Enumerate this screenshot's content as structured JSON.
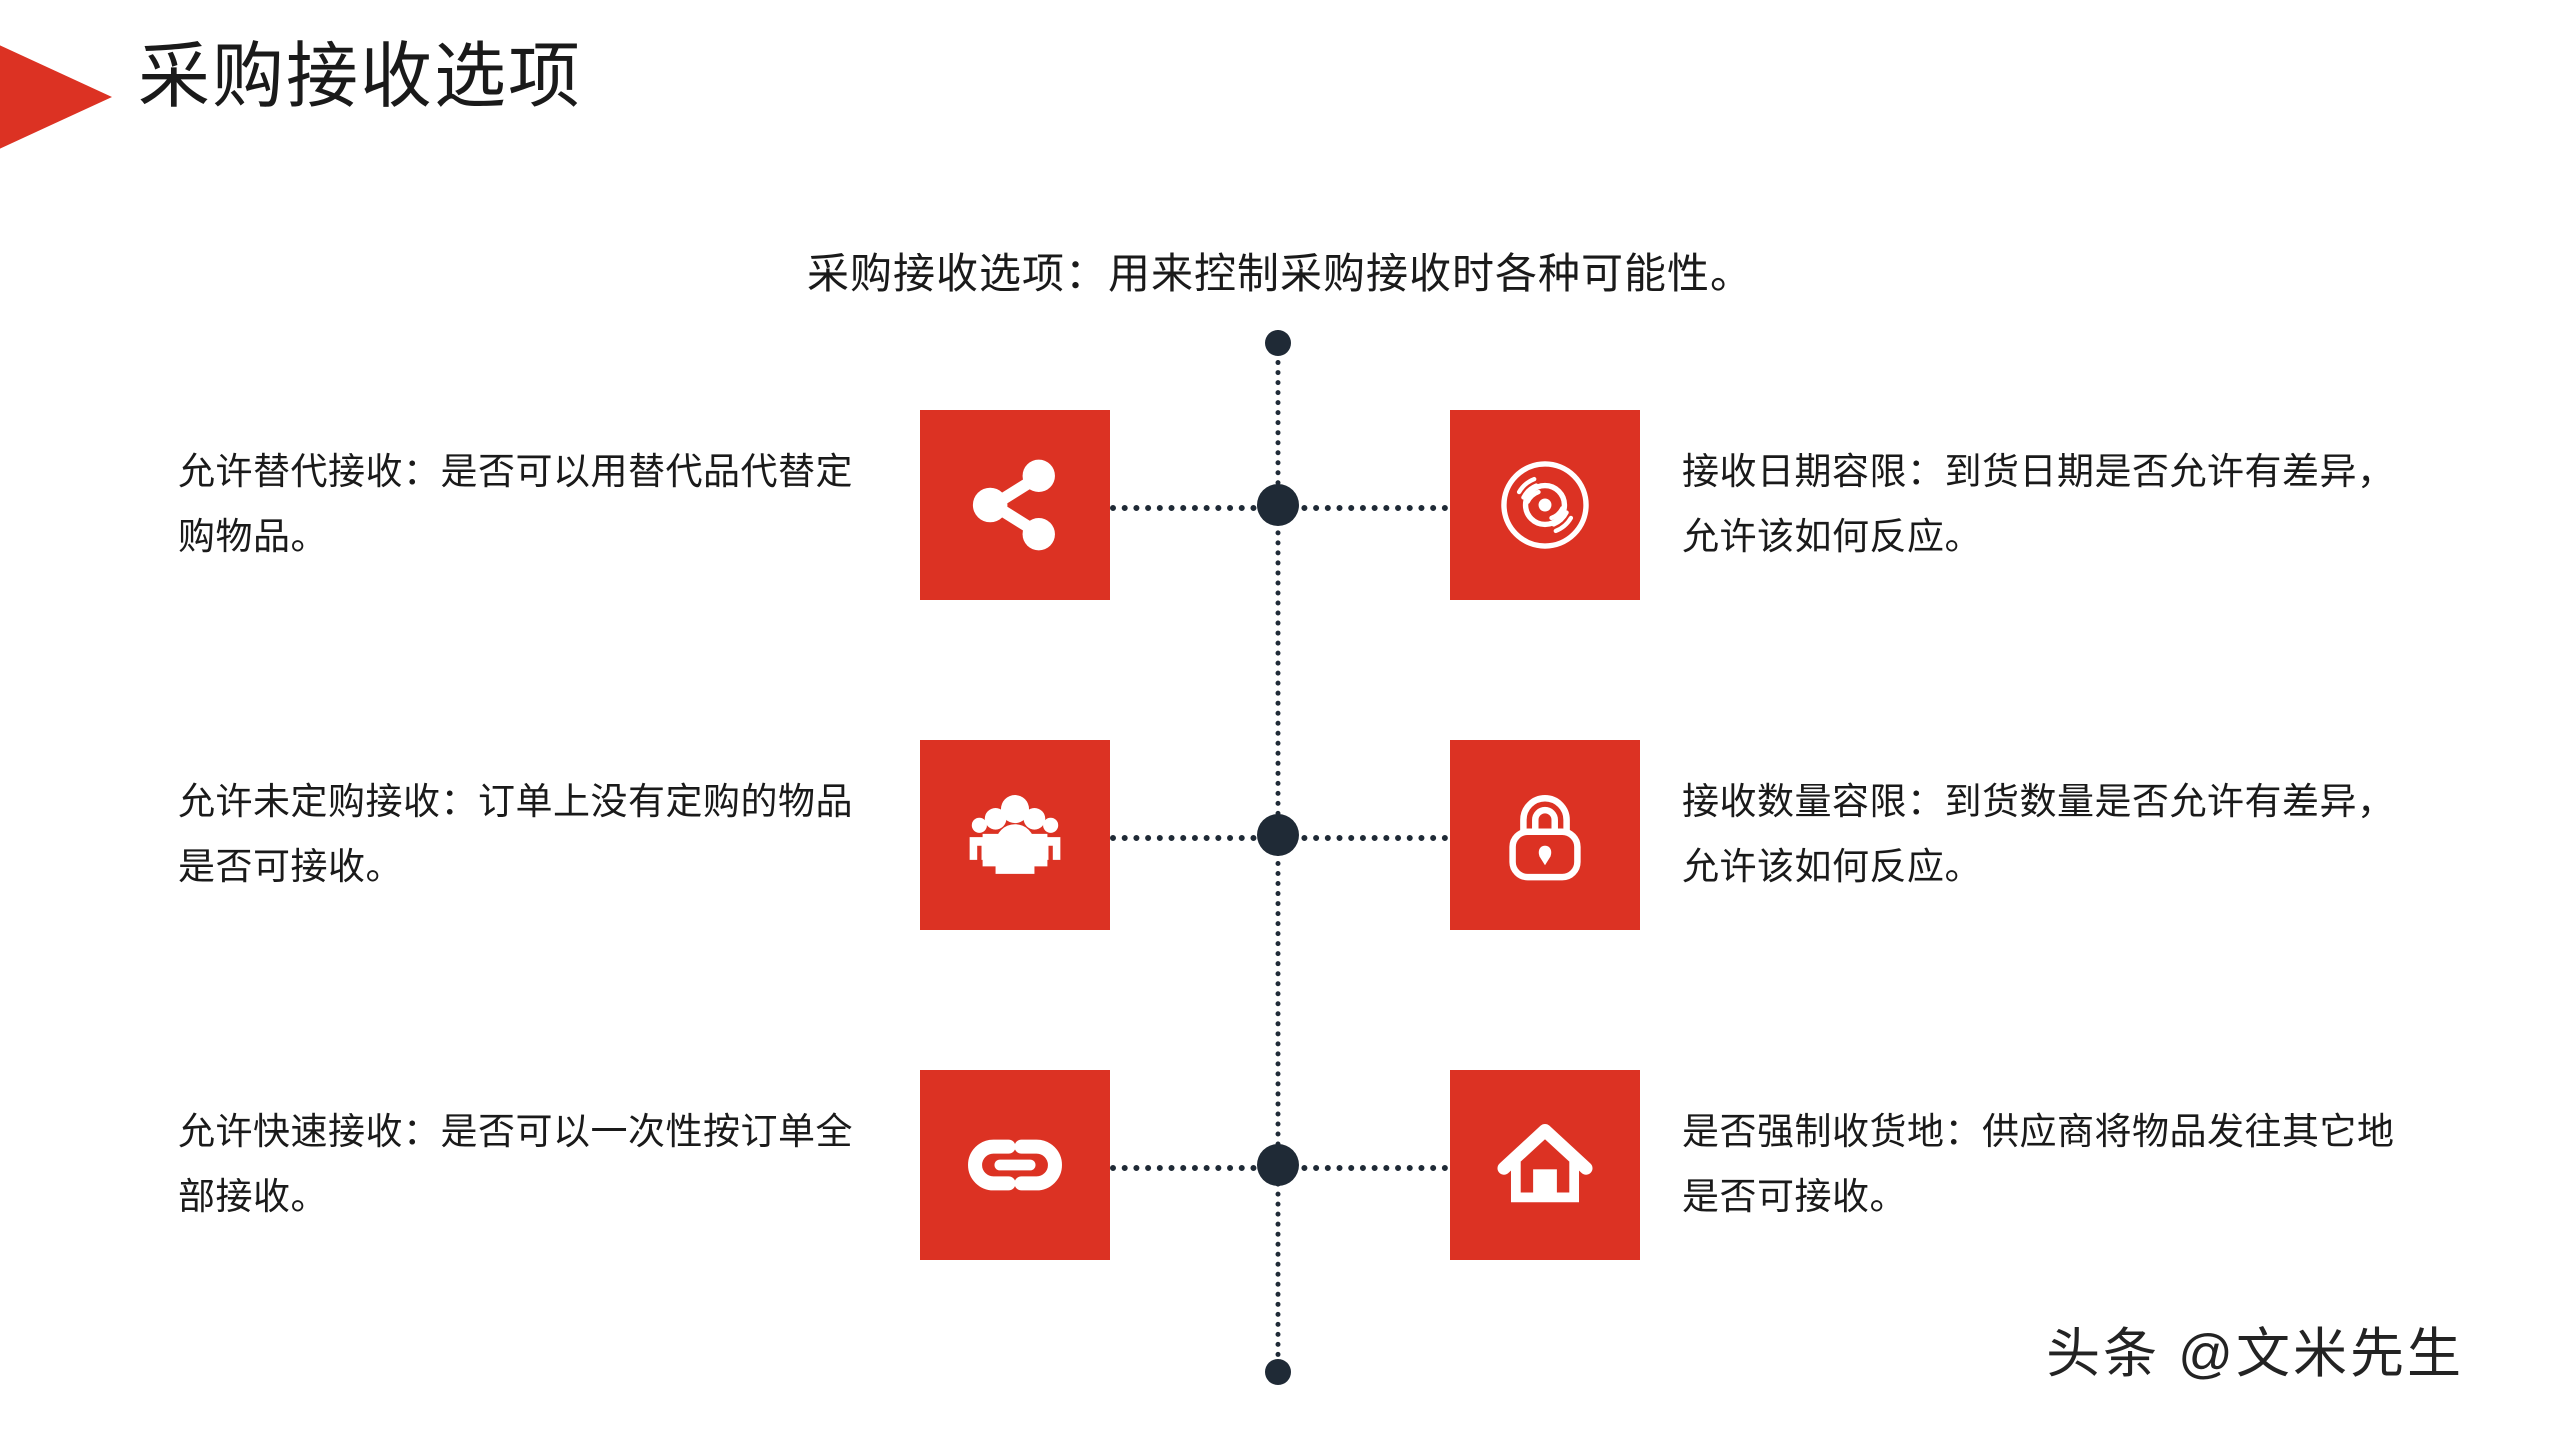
{
  "header": {
    "title": "采购接收选项",
    "marker_color": "#DC3223",
    "marker_icon": "triangle-right-marker"
  },
  "subtitle": {
    "text": "采购接收选项：用来控制采购接收时各种可能性。"
  },
  "theme": {
    "accent": "#DC3223",
    "node": "#1F2A36",
    "text": "#1a1a1a",
    "background": "#ffffff"
  },
  "rows": [
    {
      "left": {
        "text": "允许替代接收：是否可以用替代品代替定购物品。",
        "icon": "share-nodes-icon"
      },
      "right": {
        "text": "接收日期容限：到货日期是否允许有差异，允许该如何反应。",
        "icon": "vinyl-record-icon"
      }
    },
    {
      "left": {
        "text": "允许未定购接收：订单上没有定购的物品是否可接收。",
        "icon": "people-group-icon"
      },
      "right": {
        "text": "接收数量容限：到货数量是否允许有差异，允许该如何反应。",
        "icon": "padlock-icon"
      }
    },
    {
      "left": {
        "text": "允许快速接收：是否可以一次性按订单全部接收。",
        "icon": "chain-link-icon"
      },
      "right": {
        "text": "是否强制收货地：供应商将物品发往其它地是否可接收。",
        "icon": "home-icon"
      }
    }
  ],
  "watermark": {
    "text": "头条 @文米先生"
  }
}
